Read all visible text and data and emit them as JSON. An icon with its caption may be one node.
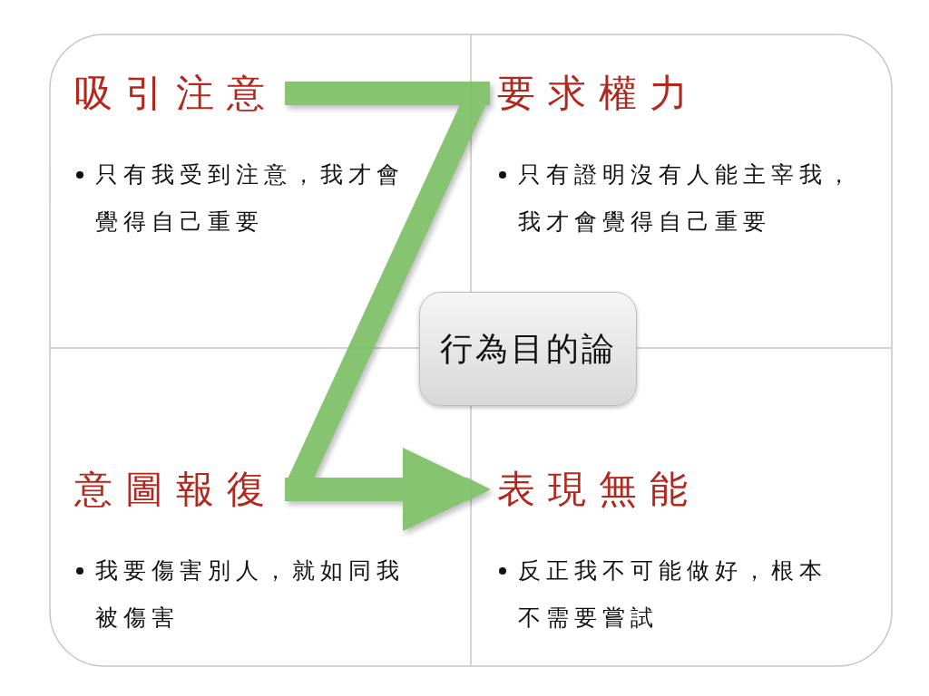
{
  "diagram": {
    "nodes": [
      {
        "text": [
          "吸引注意"
        ],
        "beside": [
          "只有我受到注意，我才會覺得自己重要"
        ]
      },
      {
        "text": [
          "要求權力"
        ],
        "beside": [
          "只有證明沒有人能主宰我，我才會覺得自己重要"
        ]
      },
      {
        "text": [
          "行為目的論"
        ]
      },
      {
        "text": [
          "意圖報復"
        ],
        "beside": [
          "我要傷害別人，就如同我被傷害"
        ]
      },
      {
        "text": [
          "表現無能"
        ],
        "beside": [
          "反正我不可能做好，根本不需要嘗試"
        ]
      }
    ],
    "edges": [
      {
        "from": 0,
        "to": 1,
        "arrow": "none"
      },
      {
        "from": 1,
        "to": 3,
        "arrow": "none"
      },
      {
        "from": 3,
        "to": 4,
        "arrow": "to"
      }
    ]
  }
}
